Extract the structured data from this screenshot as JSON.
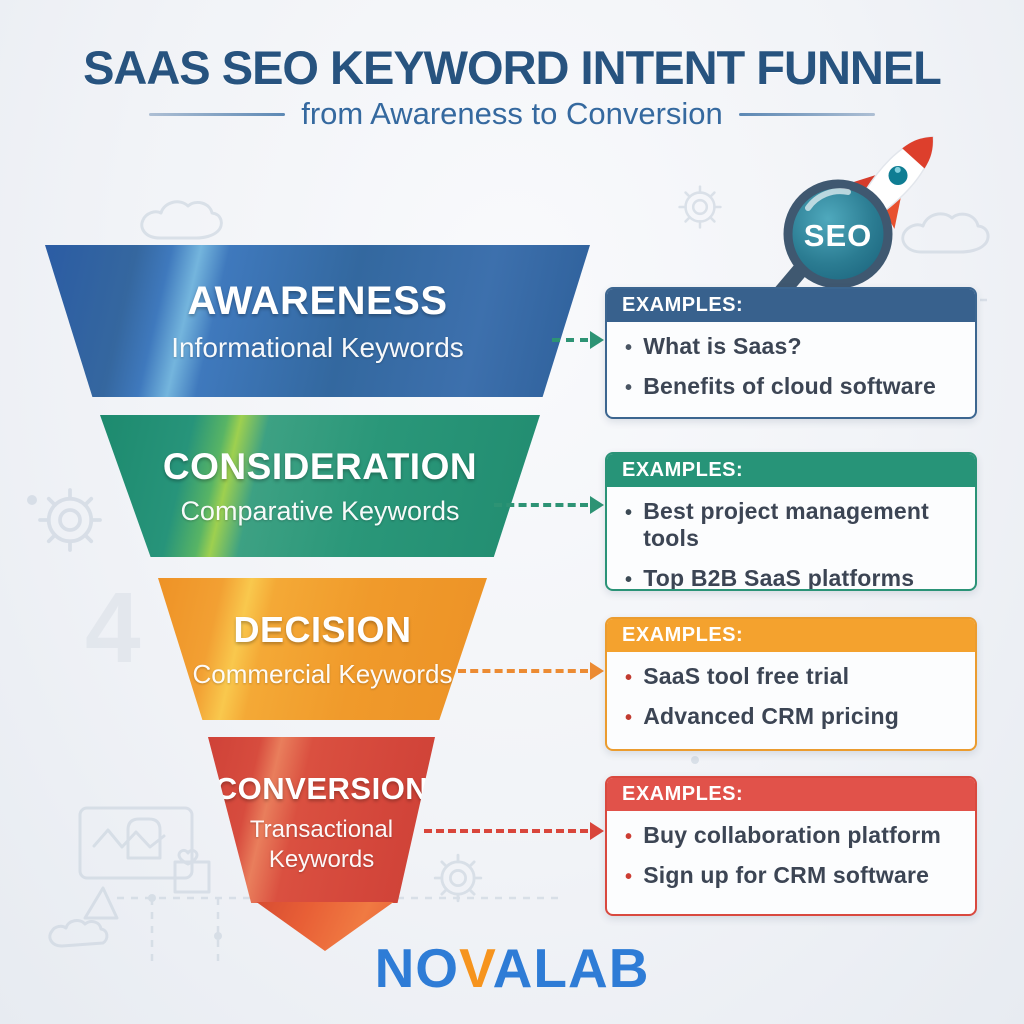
{
  "header": {
    "title": "SAAS SEO KEYWORD INTENT FUNNEL",
    "subtitle": "from Awareness to Conversion"
  },
  "decor": {
    "seo_badge": "SEO",
    "watermark_digit": "4",
    "bullet": "•"
  },
  "funnel": {
    "stages": [
      {
        "name": "AWARENESS",
        "keyword_type": "Informational Keywords",
        "color": "#3a6fb3"
      },
      {
        "name": "CONSIDERATION",
        "keyword_type": "Comparative Keywords",
        "color": "#2a9377"
      },
      {
        "name": "DECISION",
        "keyword_type": "Commercial Keywords",
        "color": "#f09a2b"
      },
      {
        "name": "CONVERSION",
        "keyword_type": "Transactional Keywords",
        "color": "#d94b3c"
      }
    ]
  },
  "examples": [
    {
      "header": "EXAMPLES:",
      "color": "#38618d",
      "items": [
        "What is Saas?",
        "Benefits of cloud software"
      ]
    },
    {
      "header": "EXAMPLES:",
      "color": "#279478",
      "items": [
        "Best project management tools",
        "Top B2B SaaS platforms"
      ]
    },
    {
      "header": "EXAMPLES:",
      "color": "#f4a22e",
      "items": [
        "SaaS tool free trial",
        "Advanced CRM pricing"
      ]
    },
    {
      "header": "EXAMPLES:",
      "color": "#e1524a",
      "items": [
        "Buy collaboration platform",
        "Sign up for CRM software"
      ]
    }
  ],
  "arrows": {
    "colors": [
      "#2d9374",
      "#2d9374",
      "#ec8b33",
      "#d9453b"
    ]
  },
  "logo": {
    "prefix": "NO",
    "accent": "V",
    "suffix": "ALAB",
    "blue": "#2e7cd6",
    "orange": "#f6941e"
  }
}
